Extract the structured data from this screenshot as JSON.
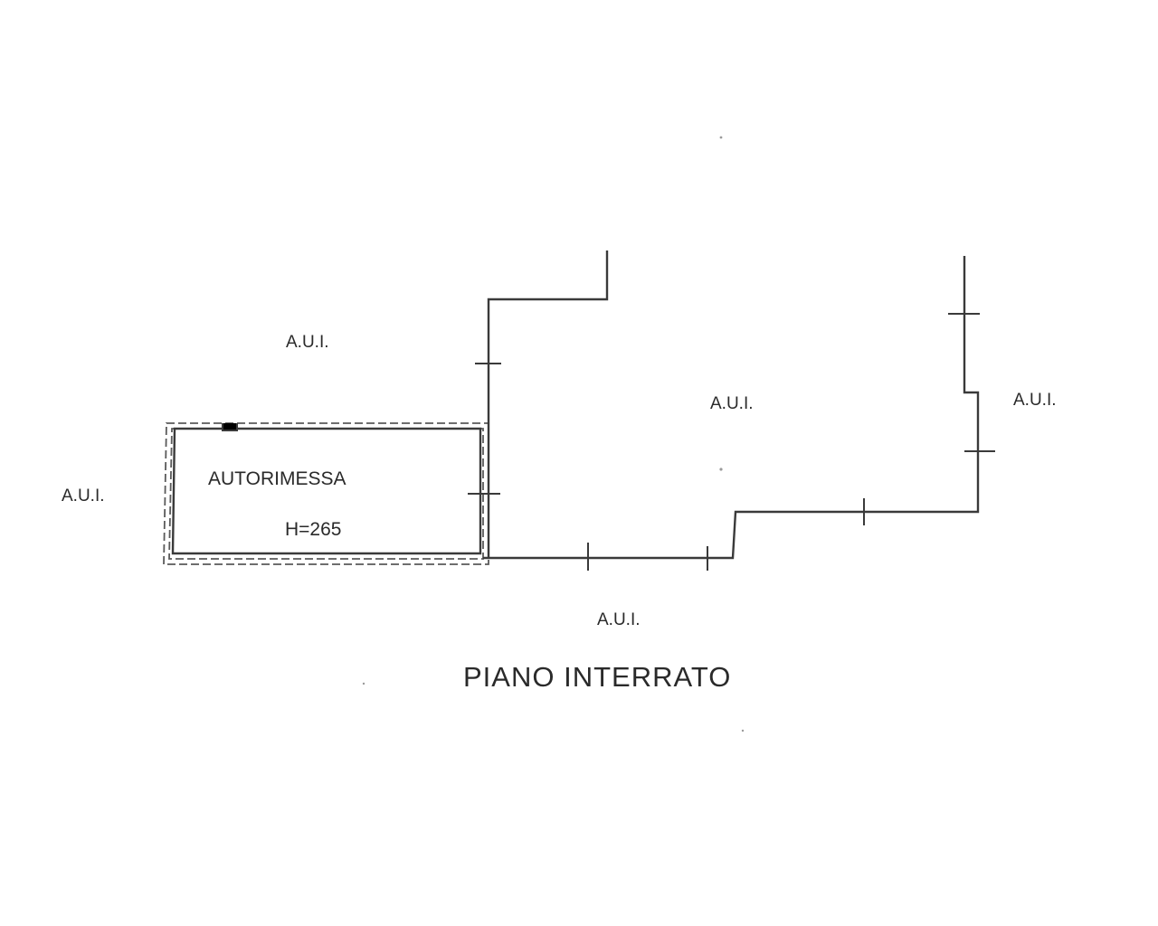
{
  "drawing": {
    "room_name": "AUTORIMESSA",
    "room_height": "H=265",
    "neighbor_label": "A.U.I.",
    "floor_title": "PIANO INTERRATO"
  }
}
